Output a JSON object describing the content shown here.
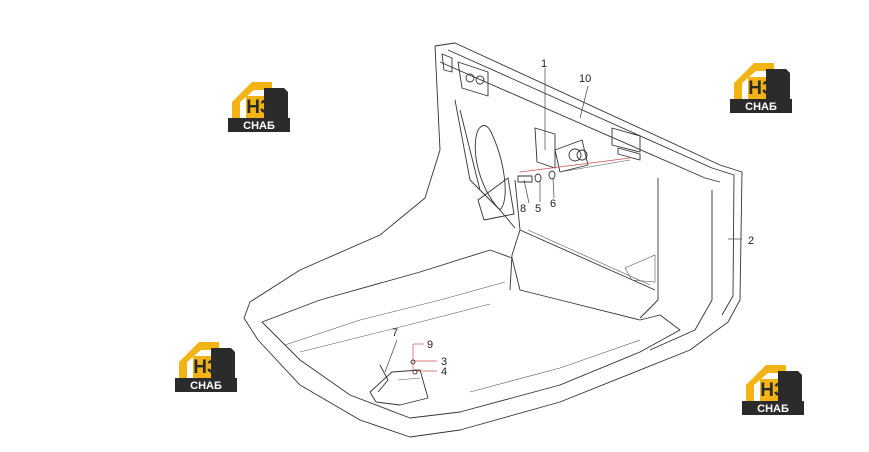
{
  "colors": {
    "logo_yellow": "#f2b315",
    "logo_dark": "#2b2b2b",
    "logo_text": "#ffffff",
    "line": "#333333",
    "leader_red": "#d05050"
  },
  "logo": {
    "mark": "НЗ",
    "caption": "СНАБ"
  },
  "callouts": [
    {
      "id": "1",
      "label": "1"
    },
    {
      "id": "10",
      "label": "10"
    },
    {
      "id": "2",
      "label": "2"
    },
    {
      "id": "8",
      "label": "8"
    },
    {
      "id": "5",
      "label": "5"
    },
    {
      "id": "6",
      "label": "6"
    },
    {
      "id": "7",
      "label": "7"
    },
    {
      "id": "9",
      "label": "9"
    },
    {
      "id": "3",
      "label": "3"
    },
    {
      "id": "4",
      "label": "4"
    }
  ]
}
